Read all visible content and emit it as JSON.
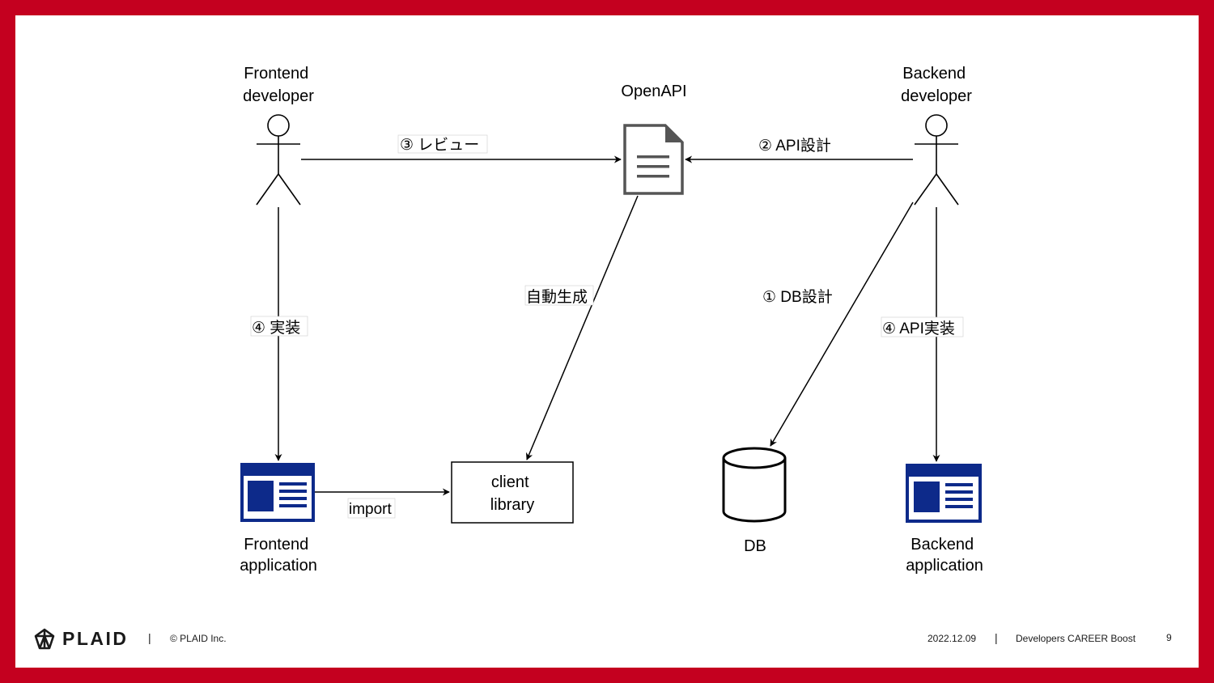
{
  "colors": {
    "frame": "#c4001f",
    "app_icon": "#0d2a8a",
    "line": "#000000"
  },
  "nodes": {
    "frontend_developer": [
      "Frontend",
      "developer"
    ],
    "backend_developer": [
      "Backend",
      "developer"
    ],
    "openapi": "OpenAPI",
    "client_library": [
      "client",
      "library"
    ],
    "db": "DB",
    "frontend_application": [
      "Frontend",
      "application"
    ],
    "backend_application": [
      "Backend",
      "application"
    ]
  },
  "edges": {
    "review": "③ レビュー",
    "api_design": "② API設計",
    "autogen": "自動生成",
    "db_design": "① DB設計",
    "frontend_impl": "④ 実装",
    "api_impl": "④ API実装",
    "import": "import"
  },
  "footer": {
    "logo": "PLAID",
    "copyright": "© PLAID Inc.",
    "date": "2022.12.09",
    "event": "Developers CAREER Boost",
    "page": "9"
  }
}
